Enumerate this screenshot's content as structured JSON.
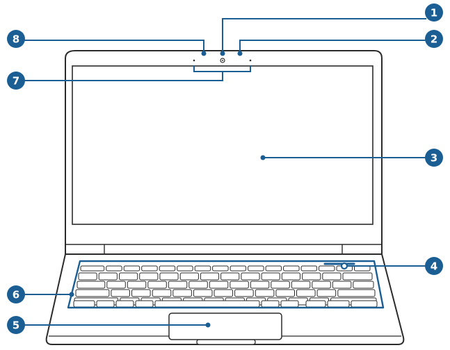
{
  "diagram": {
    "accent_color": "#1a5e94",
    "outline_color": "#2b2b2b",
    "callouts": [
      {
        "number": "1"
      },
      {
        "number": "2"
      },
      {
        "number": "3"
      },
      {
        "number": "4"
      },
      {
        "number": "5"
      },
      {
        "number": "6"
      },
      {
        "number": "7"
      },
      {
        "number": "8"
      }
    ]
  }
}
